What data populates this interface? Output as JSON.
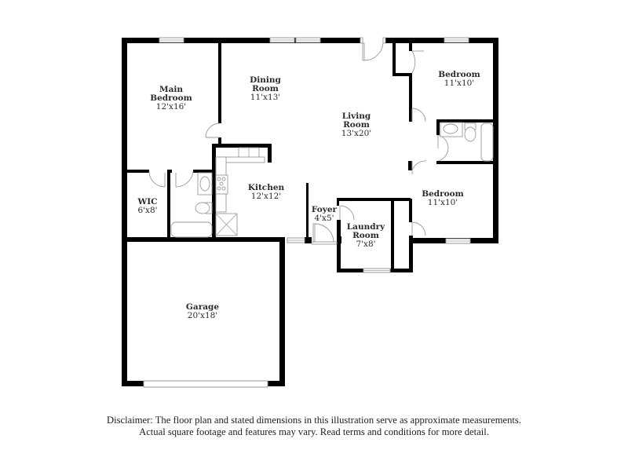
{
  "floor_plan": {
    "rooms": [
      {
        "id": "main-bedroom",
        "name_lines": [
          "Main",
          "Bedroom"
        ],
        "dims": "12'x16'"
      },
      {
        "id": "dining-room",
        "name_lines": [
          "Dining",
          "Room"
        ],
        "dims": "11'x13'"
      },
      {
        "id": "living-room",
        "name_lines": [
          "Living",
          "Room"
        ],
        "dims": "13'x20'"
      },
      {
        "id": "bedroom-1",
        "name_lines": [
          "Bedroom"
        ],
        "dims": "11'x10'"
      },
      {
        "id": "bedroom-2",
        "name_lines": [
          "Bedroom"
        ],
        "dims": "11'x10'"
      },
      {
        "id": "wic",
        "name_lines": [
          "WIC"
        ],
        "dims": "6'x8'"
      },
      {
        "id": "kitchen",
        "name_lines": [
          "Kitchen"
        ],
        "dims": "12'x12'"
      },
      {
        "id": "foyer",
        "name_lines": [
          "Foyer"
        ],
        "dims": "4'x5'"
      },
      {
        "id": "laundry-room",
        "name_lines": [
          "Laundry",
          "Room"
        ],
        "dims": "7'x8'"
      },
      {
        "id": "garage",
        "name_lines": [
          "Garage"
        ],
        "dims": "20'x18'"
      }
    ]
  },
  "disclaimer": {
    "line1": "Disclaimer: The floor plan and stated dimensions in this illustration serve as approximate measurements.",
    "line2": "Actual square footage and features may vary. Read terms and conditions for more detail."
  }
}
